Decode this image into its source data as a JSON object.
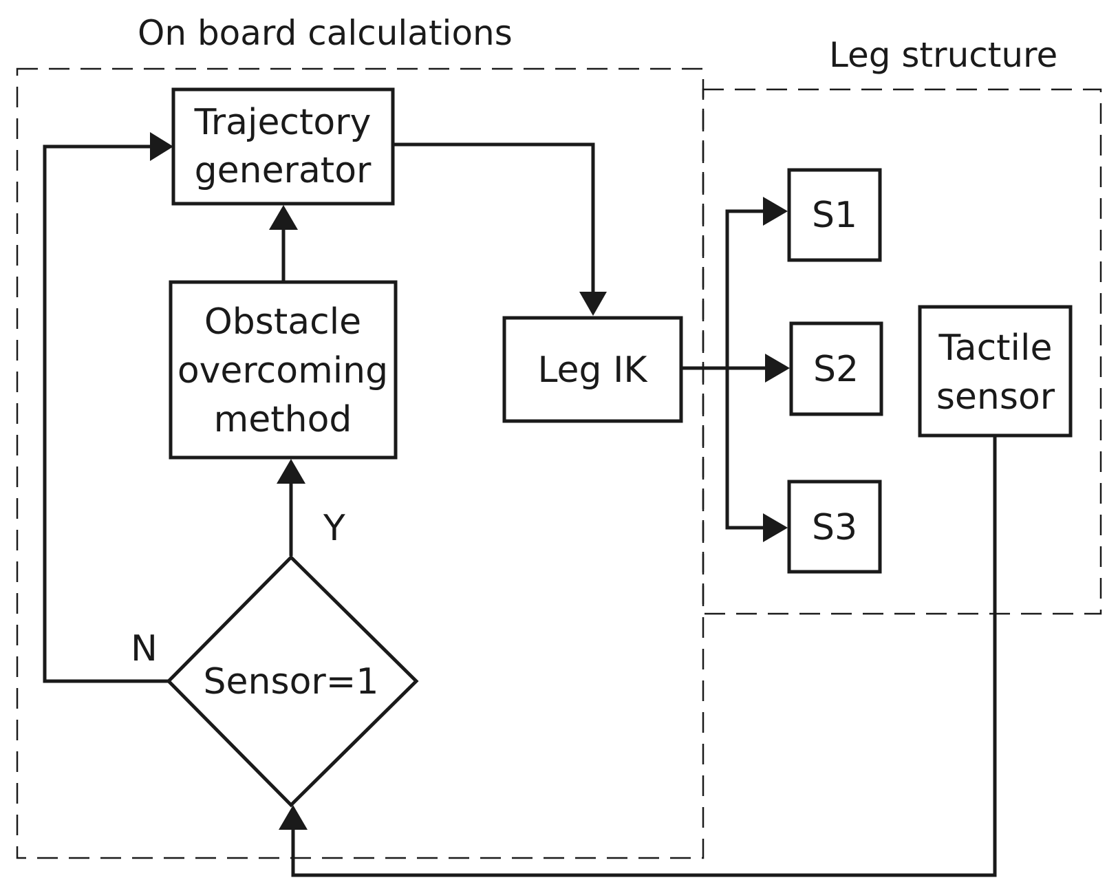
{
  "regions": {
    "onboard_label": "On board calculations",
    "leg_label": "Leg structure"
  },
  "nodes": {
    "trajectory": [
      "Trajectory",
      "generator"
    ],
    "obstacle": [
      "Obstacle",
      "overcoming",
      "method"
    ],
    "leg_ik": "Leg IK",
    "s1": "S1",
    "s2": "S2",
    "s3": "S3",
    "tactile": [
      "Tactile",
      "sensor"
    ],
    "decision": "Sensor=1"
  },
  "edge_labels": {
    "yes": "Y",
    "no": "N"
  }
}
